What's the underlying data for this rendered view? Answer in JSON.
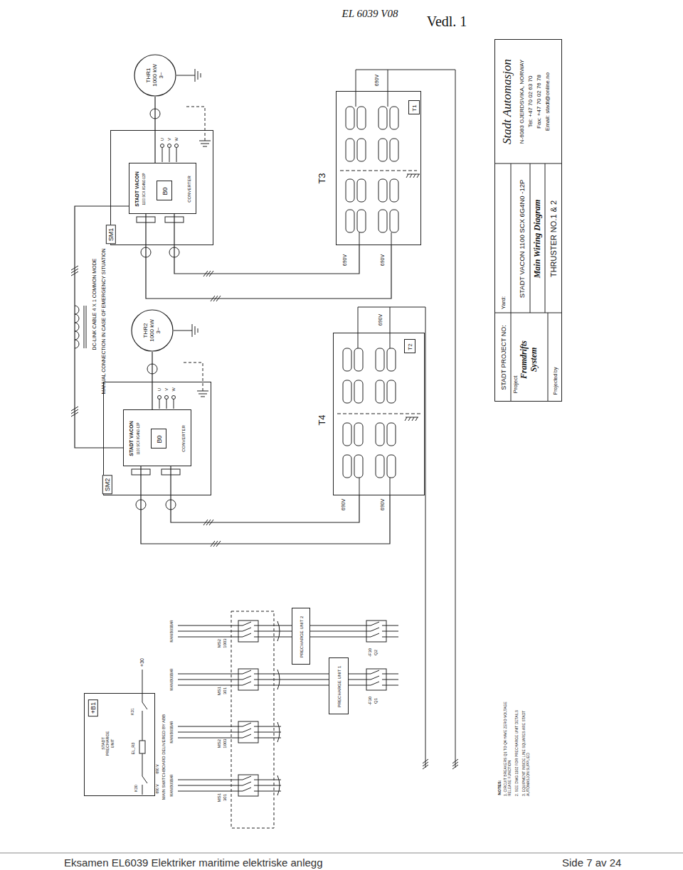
{
  "diagram": {
    "nodes": [
      {
        "text": [
          "SM1"
        ]
      },
      {
        "text": [
          "STADT VACON",
          "1100 SCX 6G4N0-12P",
          "CONVERTER"
        ],
        "in": 0
      },
      {
        "text": [
          "B0"
        ],
        "in": 1
      },
      {
        "text": [
          "THR1 1000 kW 3~"
        ]
      },
      {
        "text": [
          "SM2"
        ]
      },
      {
        "text": [
          "STADT VACON",
          "1100 SCX 6G4N0-12P",
          "CONVERTER"
        ],
        "in": 4
      },
      {
        "text": [
          "B0"
        ],
        "in": 5
      },
      {
        "text": [
          "THR2 1000 kW 3~"
        ]
      },
      {
        "text": [
          "T3"
        ]
      },
      {
        "text": [
          "T1"
        ],
        "in": 8
      },
      {
        "text": [
          "T4"
        ]
      },
      {
        "text": [
          "T2"
        ],
        "in": 10
      },
      {
        "text": [
          "PRECHARGE UNIT 2"
        ]
      },
      {
        "text": [
          "PRECHARGE UNIT 1"
        ]
      },
      {
        "text": [
          "+B1",
          "STADT PRECHARGE UNIT",
          "K31",
          "EL_R3",
          "K30"
        ]
      },
      {
        "text": [
          "STADT PROJECT NO:",
          "Project",
          "Framdrifts System",
          "Projected by",
          "Yard:",
          "STADT VACON 1100 SCX 6G4N0 -12P",
          "Main Wiring Diagram",
          "THRUSTER NO.1 & 2",
          "Stadt Automasjon",
          "N-6083 GJERDSVIKA, NORWAY",
          "Tel: +47 70 02 63 70",
          "Fax: +47 70 02 76 78",
          "Email: stadt@online.no"
        ]
      }
    ],
    "edges": [
      {
        "from": 1,
        "to": 3,
        "arrow": "none"
      },
      {
        "from": 5,
        "to": 7,
        "arrow": "none"
      },
      {
        "from": 8,
        "to": 1,
        "arrow": "none"
      },
      {
        "from": 8,
        "to": 1,
        "arrow": "none"
      },
      {
        "from": 10,
        "to": 5,
        "arrow": "none"
      },
      {
        "from": 10,
        "to": 5,
        "arrow": "none"
      },
      {
        "from": 1,
        "to": 5,
        "arrow": "none"
      }
    ],
    "labels": [
      "EL 6039 V08",
      "Vedl. 1",
      "DC-LINK CABLE 4 X 1 COMMON MODE",
      "MANUAL CONNECTION IN CASE OF EMERGENCY SITUATION",
      "U",
      "V",
      "W",
      "U",
      "V",
      "W",
      "690V",
      "690V",
      "690V",
      "690V",
      "690V",
      "690V",
      "MAIN SWITCHBOARD DELIVERED BY ABB",
      "+30",
      "690 V",
      "690 V",
      "MS2",
      "1003",
      "MS1",
      "301",
      "MS2",
      "1003",
      "MS1",
      "301",
      "-F30",
      "Q2",
      "-F30",
      "Q1",
      "MAIN BUSBAR",
      "MAIN BUSBAR",
      "MAIN BUSBAR",
      "MAIN BUSBAR",
      "NOTES:",
      "1. CIRCUIT BREAKERS Q1 TO Q4 HAVE ZERO VOLTAGE RELEASE FUNCTION",
      "2. SEE DWG 1102 FOR PRECHARGE UNIT DETAILS",
      "3. EQUIPMENT INSIDE LINE SQUARES ARE STADT AUTOMASJON SUPPLIED",
      "Eksamen EL6039 Elektriker maritime elektriske anlegg",
      "Side 7 av 24"
    ]
  }
}
